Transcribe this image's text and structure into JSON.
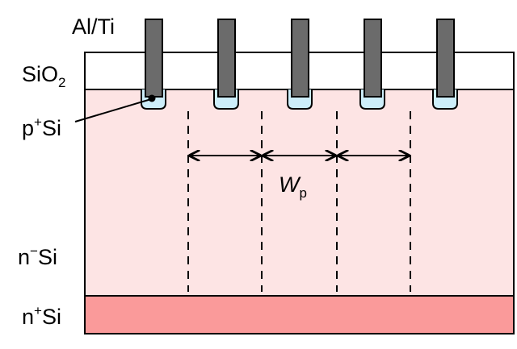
{
  "labels": {
    "metal": "Al/Ti",
    "oxide_main": "SiO",
    "oxide_sub": "2",
    "p_plus_main": "Si",
    "p_plus_prefix": "p",
    "p_plus_sup": "+",
    "n_minus_prefix": "n",
    "n_minus_sup": "−",
    "n_minus_main": "Si",
    "n_plus_prefix": "n",
    "n_plus_sup": "+",
    "n_plus_main": "Si",
    "pitch_symbol": "W",
    "pitch_sub": "p"
  },
  "colors": {
    "n_minus_si": "#fde4e4",
    "n_plus_si": "#fa9a9a",
    "oxide": "#ffffff",
    "contact": "#6b6b6b",
    "p_plus_well": "#cdeefa",
    "outline": "#000000"
  },
  "contact_count": 5,
  "pitch_arrow_count": 3
}
